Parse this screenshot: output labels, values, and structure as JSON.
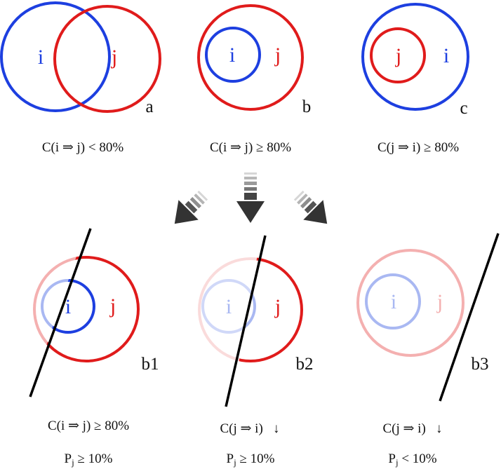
{
  "colors": {
    "i": "#1d3fe0",
    "j": "#e01b1b",
    "i_faded": "#a9b8f2",
    "j_faded": "#f4b0b0",
    "line": "#000000",
    "arrow_dark": "#333333"
  },
  "panels": {
    "a": {
      "letter": "a",
      "i_label": "i",
      "j_label": "j",
      "caption": "C(i ⇒ j) < 80%"
    },
    "b": {
      "letter": "b",
      "i_label": "i",
      "j_label": "j",
      "caption": "C(i ⇒ j) ≥ 80%"
    },
    "c": {
      "letter": "c",
      "i_label": "i",
      "j_label": "j",
      "caption": "C(j ⇒ i) ≥ 80%"
    },
    "b1": {
      "letter": "b1",
      "i_label": "i",
      "j_label": "j",
      "caption1": "C(i ⇒ j) ≥ 80%",
      "caption2_main": "P",
      "caption2_sub": "j",
      "caption2_rest": " ≥ 10%"
    },
    "b2": {
      "letter": "b2",
      "i_label": "i",
      "j_label": "j",
      "caption1": "C(j ⇒ i)   ↓",
      "caption2_main": "P",
      "caption2_sub": "j",
      "caption2_rest": " ≥ 10%"
    },
    "b3": {
      "letter": "b3",
      "i_label": "i",
      "j_label": "j",
      "caption1": "C(j ⇒ i)   ↓",
      "caption2_main": "P",
      "caption2_sub": "j",
      "caption2_rest": " < 10%"
    }
  }
}
